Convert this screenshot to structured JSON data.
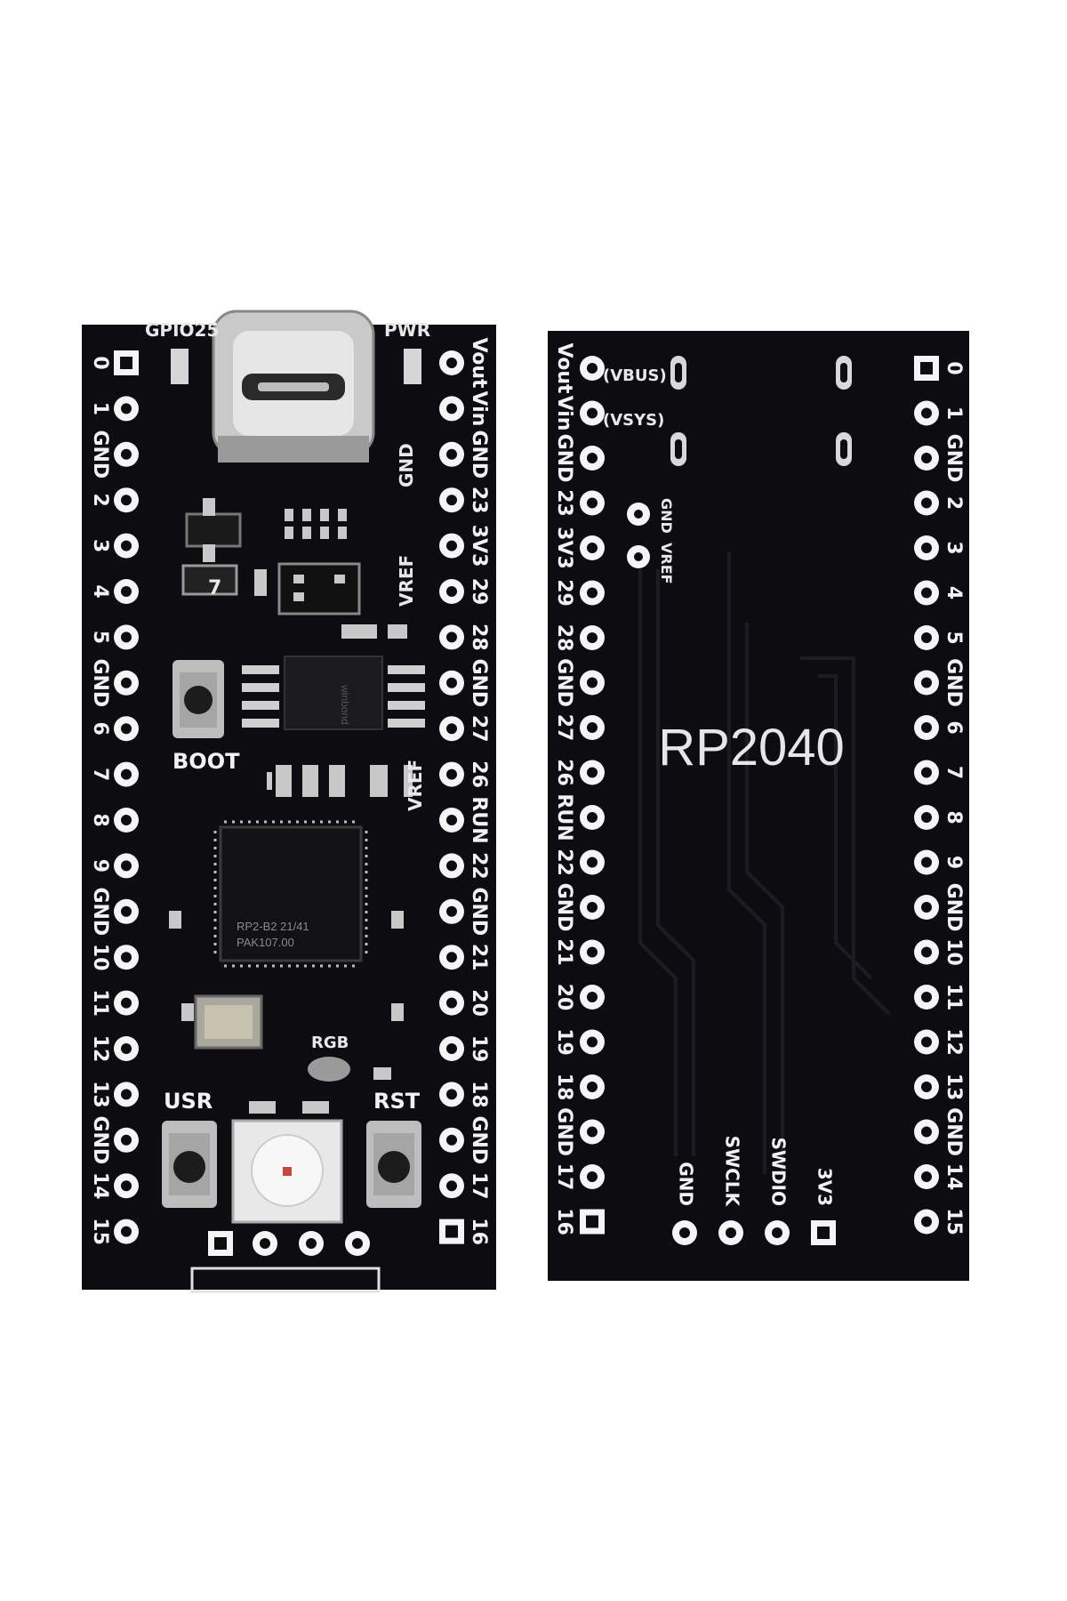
{
  "front": {
    "top_labels": {
      "led_left": "GPIO25",
      "led_right": "PWR"
    },
    "left_pins": [
      "0",
      "1",
      "GND",
      "2",
      "3",
      "4",
      "5",
      "GND",
      "6",
      "7",
      "8",
      "9",
      "GND",
      "10",
      "11",
      "12",
      "13",
      "GND",
      "14",
      "15"
    ],
    "right_pins": [
      "Vout",
      "Vin",
      "GND",
      "23",
      "3V3",
      "29",
      "28",
      "GND",
      "27",
      "26",
      "RUN",
      "22",
      "GND",
      "21",
      "20",
      "19",
      "18",
      "GND",
      "17",
      "16"
    ],
    "inner_labels": {
      "gnd": "GND",
      "vref_a": "VREF",
      "vref_b": "VREF"
    },
    "buttons": {
      "boot": "BOOT",
      "usr": "USR",
      "rst": "RST"
    },
    "rgb_label": "RGB",
    "chip_text": [
      "RP2-B2   21/41",
      "PAK107.00"
    ],
    "regulator_mark": "7",
    "flash_text": "winbond"
  },
  "back": {
    "left_pins": [
      "Vout",
      "Vin",
      "GND",
      "23",
      "3V3",
      "29",
      "28",
      "GND",
      "27",
      "26",
      "RUN",
      "22",
      "GND",
      "21",
      "20",
      "19",
      "18",
      "GND",
      "17",
      "16"
    ],
    "right_pins": [
      "0",
      "1",
      "GND",
      "2",
      "3",
      "4",
      "5",
      "GND",
      "6",
      "7",
      "8",
      "9",
      "GND",
      "10",
      "11",
      "12",
      "13",
      "GND",
      "14",
      "15"
    ],
    "pad_labels": {
      "vbus": "(VBUS)",
      "vsys": "(VSYS)",
      "gnd": "GND",
      "vref": "VREF"
    },
    "title": "RP2040",
    "debug_pins": [
      "GND",
      "SWCLK",
      "SWDIO",
      "3V3"
    ]
  },
  "colors": {
    "board": "#0d0c10",
    "silkscreen": "#f2f2f2",
    "background": "#ffffff"
  }
}
